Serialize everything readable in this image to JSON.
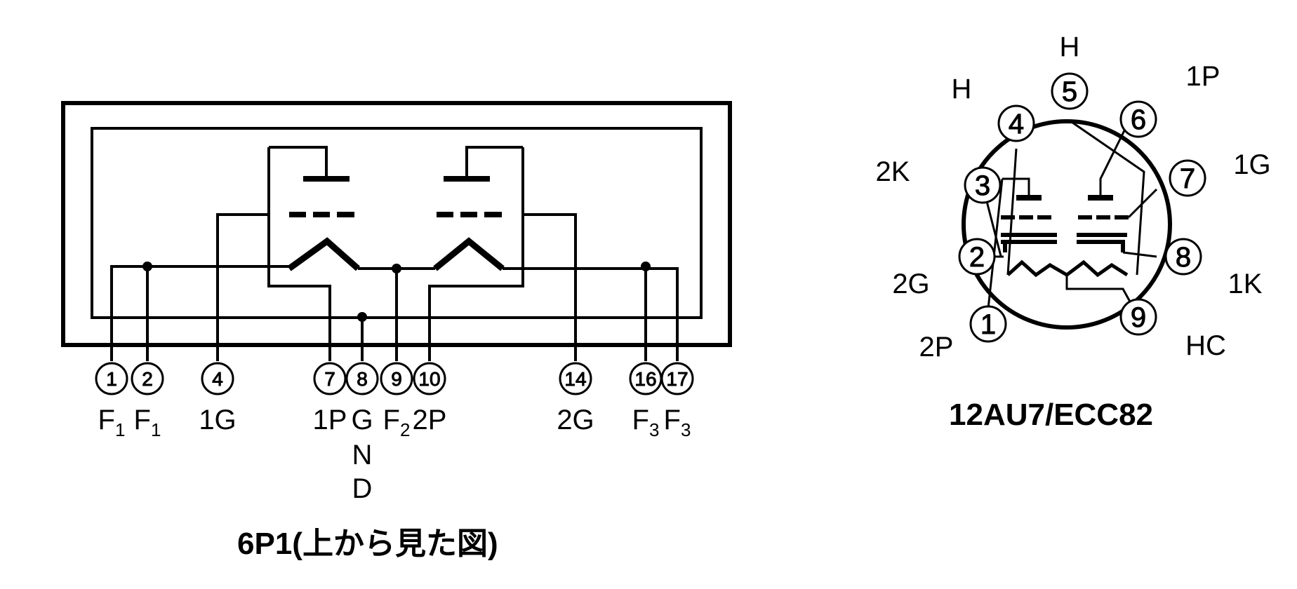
{
  "diagram_6p1": {
    "caption": "6P1(上から見た図)",
    "pins": [
      {
        "num": "1",
        "label": "F",
        "sub": "1"
      },
      {
        "num": "2",
        "label": "F",
        "sub": "1"
      },
      {
        "num": "4",
        "label": "1G",
        "sub": ""
      },
      {
        "num": "7",
        "label": "1P",
        "sub": ""
      },
      {
        "num": "8",
        "label": "G",
        "sub": ""
      },
      {
        "num": "9",
        "label": "F",
        "sub": "2"
      },
      {
        "num": "10",
        "label": "2P",
        "sub": ""
      },
      {
        "num": "14",
        "label": "2G",
        "sub": ""
      },
      {
        "num": "16",
        "label": "F",
        "sub": "3"
      },
      {
        "num": "17",
        "label": "F",
        "sub": "3"
      }
    ],
    "gnd_extra": [
      "N",
      "D"
    ]
  },
  "diagram_12au7": {
    "caption": "12AU7/ECC82",
    "pins": [
      {
        "num": "1",
        "label": "2P"
      },
      {
        "num": "2",
        "label": "2G"
      },
      {
        "num": "3",
        "label": "2K"
      },
      {
        "num": "4",
        "label": "H"
      },
      {
        "num": "5",
        "label": "H"
      },
      {
        "num": "6",
        "label": "1P"
      },
      {
        "num": "7",
        "label": "1G"
      },
      {
        "num": "8",
        "label": "1K"
      },
      {
        "num": "9",
        "label": "HC"
      }
    ]
  }
}
